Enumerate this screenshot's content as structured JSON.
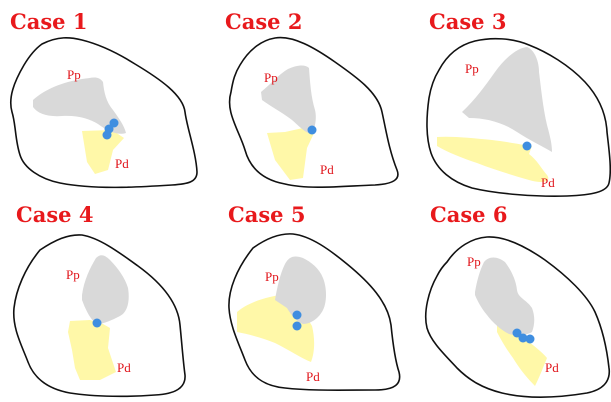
{
  "colors": {
    "title": "#e8191c",
    "label": "#e0141a",
    "outline": "#111111",
    "pp_region": "#d9d9d9",
    "pd_region": "#fff8a8",
    "point": "#3f8ee0"
  },
  "panels": [
    {
      "title": "Case 1",
      "pp_label": "Pp",
      "pd_label": "Pd",
      "point_count": 3
    },
    {
      "title": "Case 2",
      "pp_label": "Pp",
      "pd_label": "Pd",
      "point_count": 1
    },
    {
      "title": "Case 3",
      "pp_label": "Pp",
      "pd_label": "Pd",
      "point_count": 1
    },
    {
      "title": "Case 4",
      "pp_label": "Pp",
      "pd_label": "Pd",
      "point_count": 1
    },
    {
      "title": "Case 5",
      "pp_label": "Pp",
      "pd_label": "Pd",
      "point_count": 2
    },
    {
      "title": "Case 6",
      "pp_label": "Pp",
      "pd_label": "Pd",
      "point_count": 3
    }
  ]
}
